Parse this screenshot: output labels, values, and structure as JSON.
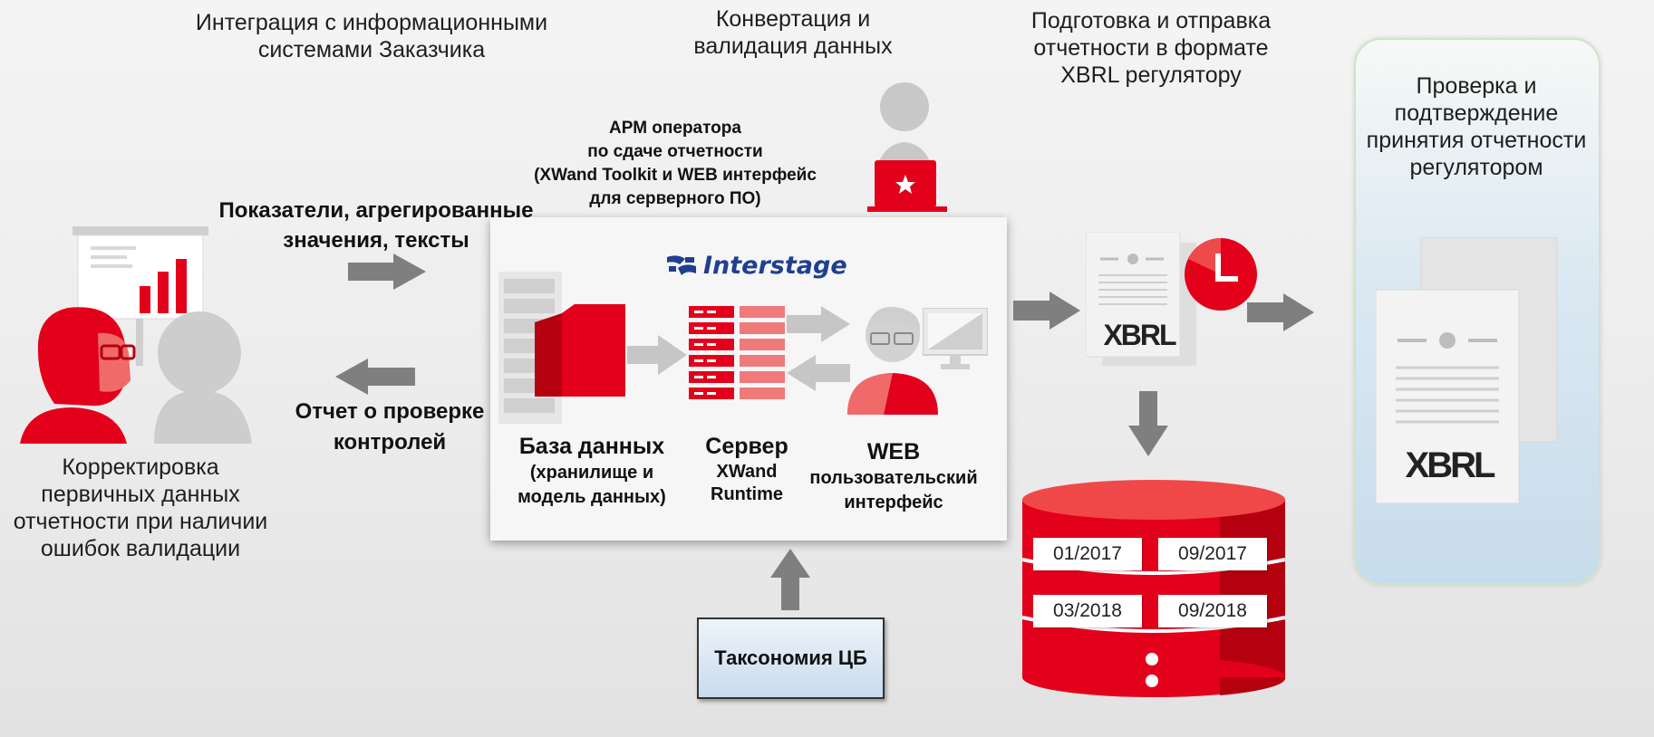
{
  "captions": {
    "integration": "Интеграция с информационными системами Заказчика",
    "integration_l1": "Интеграция с информационными",
    "integration_l2": "системами Заказчика",
    "conversion_l1": "Конвертация и",
    "conversion_l2": "валидация данных",
    "submission_l1": "Подготовка и отправка",
    "submission_l2": "отчетности в формате",
    "submission_l3": "XBRL регулятору",
    "operator_l1": "АРМ оператора",
    "operator_l2": "по сдаче отчетности",
    "operator_l3": "(XWand Toolkit и  WEB интерфейс",
    "operator_l4": "для серверного ПО)",
    "indicators_l1": "Показатели, агрегированные",
    "indicators_l2": "значения, тексты",
    "report_l1": "Отчет о проверке",
    "report_l2": "контролей",
    "correction_l1": "Корректировка",
    "correction_l2": "первичных данных",
    "correction_l3": "отчетности при наличии",
    "correction_l4": "ошибок валидации",
    "verification_l1": "Проверка и",
    "verification_l2": "подтверждение",
    "verification_l3": "принятия отчетности",
    "verification_l4": "регулятором"
  },
  "components": {
    "logo": "Interstage",
    "database_title": "База данных",
    "database_sub_l1": "(хранилище и",
    "database_sub_l2": "модель данных)",
    "server_title": "Сервер",
    "server_sub_l1": "XWand",
    "server_sub_l2": "Runtime",
    "web_title": "WEB",
    "web_sub_l1": "пользовательский",
    "web_sub_l2": "интерфейс",
    "taxonomy": "Таксономия ЦБ",
    "xbrl_doc": "XBRL",
    "xbrl_doc2": "XBRL"
  },
  "periods": [
    "01/2017",
    "09/2017",
    "03/2018",
    "09/2018"
  ],
  "colors": {
    "accent_red": "#e3001b",
    "dark_red": "#b5000f",
    "arrow_gray": "#7f7f7f",
    "person_gray": "#c8c8c8"
  },
  "icons": [
    "presentation-board-icon",
    "people-icon",
    "server-rack-icon",
    "folder-icon",
    "server-icon",
    "user-icon",
    "monitor-icon",
    "laptop-operator-icon",
    "document-icon",
    "clock-icon",
    "database-icon"
  ]
}
